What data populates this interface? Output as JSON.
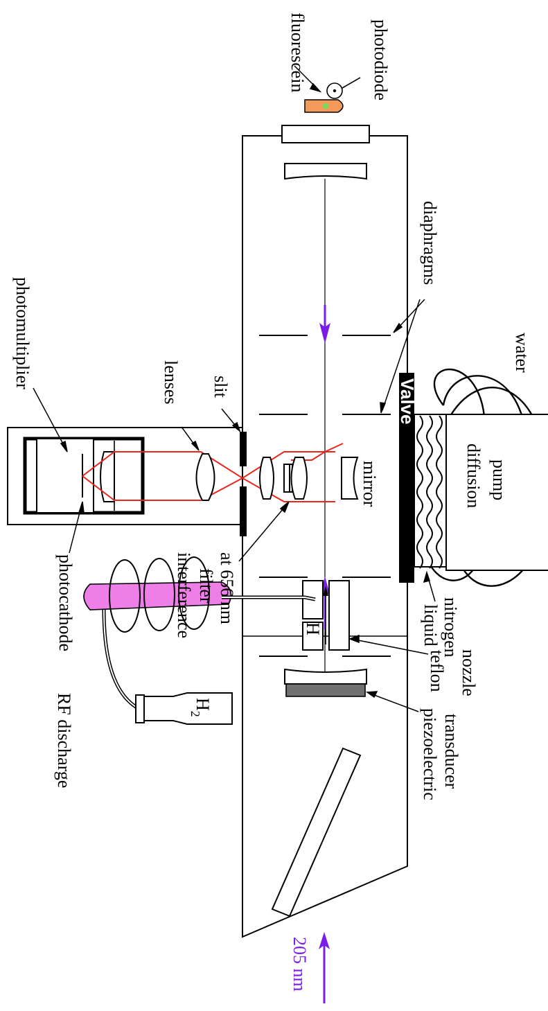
{
  "labels": {
    "fluorescein": "fluorescein",
    "photodiode": "photodiode",
    "photomultiplier": "photomultiplier",
    "lenses": "lenses",
    "slit": "slit",
    "diaphragms": "diaphragms",
    "water": "water",
    "valve": "Valve",
    "diffusion": "diffusion",
    "pump": "pump",
    "mirror": "mirror",
    "photocathode": "photocathode",
    "interference_1": "interference",
    "interference_2": "filter",
    "interference_3": "at 656 nm",
    "liquid": "liquid",
    "nitrogen": "nitrogen",
    "h_beam": "H",
    "teflon": "teflon",
    "nozzle": "nozzle",
    "rf_discharge": "RF discharge",
    "h2_main": "H",
    "h2_sub": "2",
    "piezoelectric": "piezoelectric",
    "transducer": "transducer",
    "wavelength_in": "205 nm"
  },
  "colors": {
    "uv_beam": "#7a1ee6",
    "balmer_red": "#e8261c",
    "fluorescein_tube": "#f39a5a",
    "fluorescein_dot": "#6ee05a",
    "discharge_tube": "#ee7fe8",
    "transducer_fill": "#707070"
  }
}
